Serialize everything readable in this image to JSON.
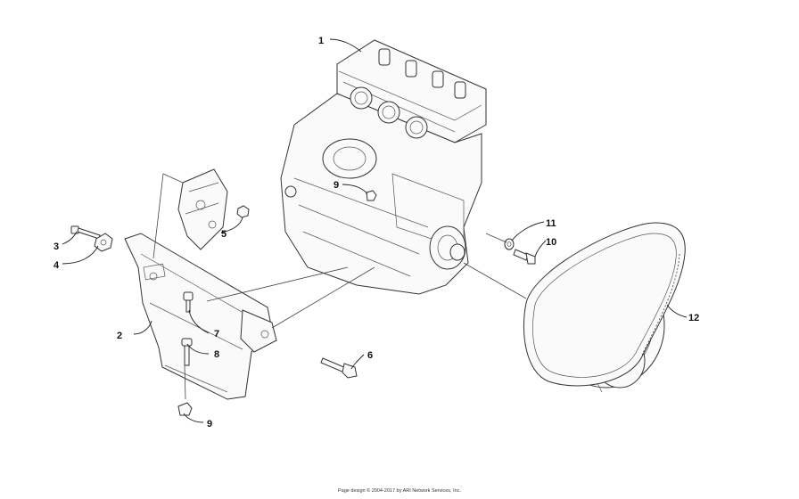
{
  "diagram": {
    "callouts": [
      {
        "id": "1",
        "label": "1"
      },
      {
        "id": "2",
        "label": "2"
      },
      {
        "id": "3",
        "label": "3"
      },
      {
        "id": "4",
        "label": "4"
      },
      {
        "id": "5",
        "label": "5"
      },
      {
        "id": "6",
        "label": "6"
      },
      {
        "id": "7",
        "label": "7"
      },
      {
        "id": "8",
        "label": "8"
      },
      {
        "id": "9a",
        "label": "9"
      },
      {
        "id": "9b",
        "label": "9"
      },
      {
        "id": "10",
        "label": "10"
      },
      {
        "id": "11",
        "label": "11"
      },
      {
        "id": "12",
        "label": "12"
      }
    ]
  },
  "footer": {
    "text": "Page design © 2004-2017 by ARI Network Services, Inc."
  }
}
